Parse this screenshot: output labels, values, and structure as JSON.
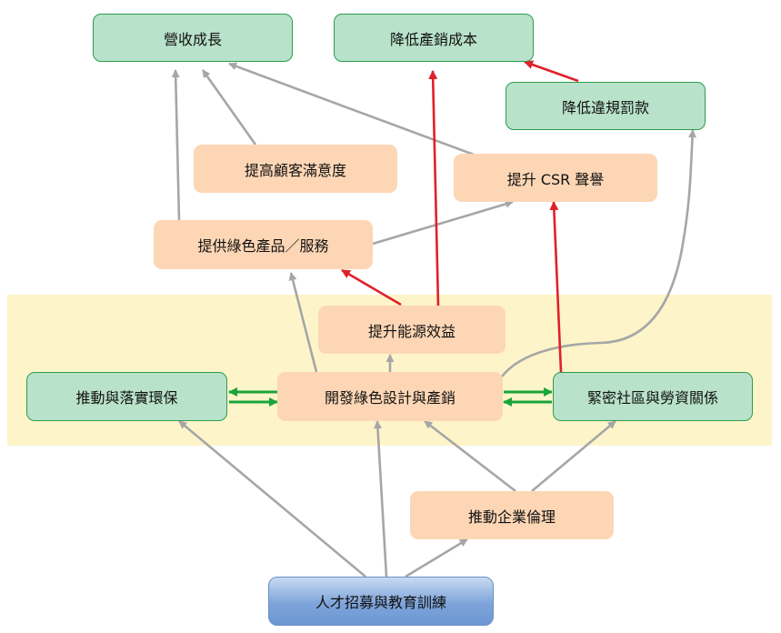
{
  "diagram": {
    "nodes": {
      "revenue_growth": "營收成長",
      "reduce_costs": "降低產銷成本",
      "reduce_fines": "降低違規罰款",
      "customer_satisfaction": "提高顧客滿意度",
      "csr_reputation": "提升 CSR 聲譽",
      "green_products": "提供綠色產品／服務",
      "energy_efficiency": "提升能源效益",
      "env_protection": "推動與落實環保",
      "green_design": "開發綠色設計與產銷",
      "community_labor": "緊密社區與勞資關係",
      "business_ethics": "推動企業倫理",
      "talent_training": "人才招募與教育訓練"
    },
    "colors": {
      "outcome_fill": "#b8e2c9",
      "outcome_border": "#2e9c4f",
      "driver_fill": "#fdd6b5",
      "foundation_fill": "#7ea4da",
      "highlight_band": "#fdf5c9",
      "arrow_gray": "#a6a6a6",
      "arrow_red": "#e0202a",
      "arrow_green": "#1aa43a"
    }
  }
}
